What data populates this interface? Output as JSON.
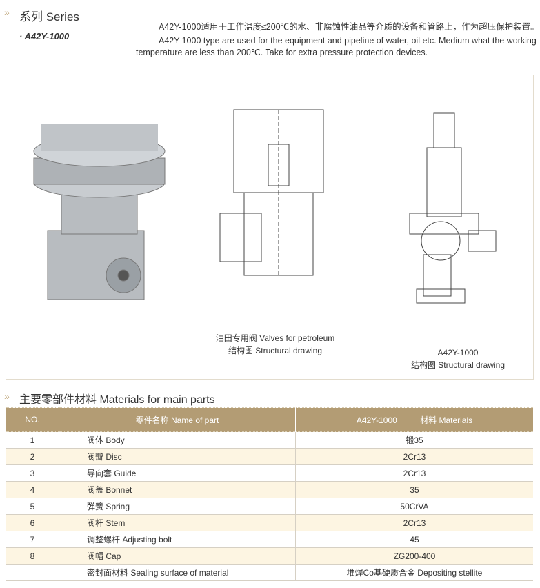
{
  "series": {
    "title": "系列 Series",
    "model": "· A42Y-1000"
  },
  "intro": {
    "cn": "A42Y-1000适用于工作温度≤200℃的水、非腐蚀性油品等介质的设备和管路上，作为超压保护装置。",
    "en1": "A42Y-1000 type are used for the equipment and pipeline of water, oil etc. Medium what the working",
    "en2": "temperature are less than 200℃. Take for extra pressure protection devices."
  },
  "figures": {
    "caption1_line1": "油田专用阀  Valves for petroleum",
    "caption1_line2": "结构图  Structural drawing",
    "caption2_line1": "A42Y-1000",
    "caption2_line2": "结构图  Structural drawing"
  },
  "materials": {
    "title": "主要零部件材料  Materials for main parts",
    "headers": [
      "NO.",
      "零件名称 Name of part",
      "A42Y-1000          材料 Materials"
    ],
    "rows": [
      [
        "1",
        "阀体  Body",
        "锻35"
      ],
      [
        "2",
        "阀瓣  Disc",
        "2Cr13"
      ],
      [
        "3",
        "导向套  Guide",
        "2Cr13"
      ],
      [
        "4",
        "阀盖  Bonnet",
        "35"
      ],
      [
        "5",
        "弹簧  Spring",
        "50CrVA"
      ],
      [
        "6",
        "阀杆  Stem",
        "2Cr13"
      ],
      [
        "7",
        "调整螺杆  Adjusting bolt",
        "45"
      ],
      [
        "8",
        "阀帽  Cap",
        "ZG200-400"
      ],
      [
        "",
        "密封面材料  Sealing surface of material",
        "堆焊Co基硬质合金  Depositing stellite"
      ]
    ]
  },
  "colors": {
    "header": "#b39c74",
    "alt_row": "#fdf5e2",
    "chevron": "#c9b48f"
  }
}
